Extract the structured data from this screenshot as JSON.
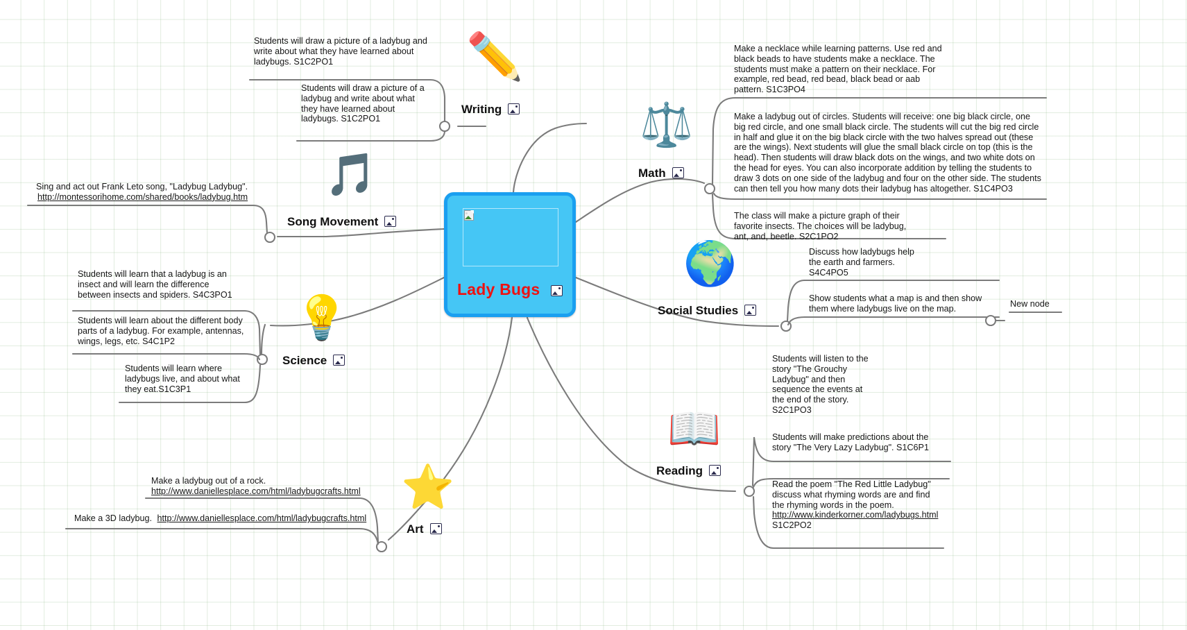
{
  "map": {
    "title": "Lady Bugs",
    "title_color": "#ee1111",
    "central_fill": "#45c6f5",
    "central_border": "#1a9ff0",
    "attachment_icon": "image-attachment-icon",
    "edge_color": "#7b7b7b"
  },
  "branches": {
    "writing": {
      "label": "Writing",
      "icon": "pencil-icon",
      "leaves": [
        {
          "text": "Students will draw a picture of a ladybug and write about what they have learned about ladybugs. S1C2PO1"
        },
        {
          "text": "Students will draw a picture of a ladybug and write about what they have learned about ladybugs. S1C2PO1"
        }
      ]
    },
    "song_movement": {
      "label": "Song Movement",
      "icon": "music-note-icon",
      "leaves": [
        {
          "text": "Sing and act out Frank Leto song, \"Ladybug Ladybug\".",
          "link": "http://montessorihome.com/shared/books/ladybug.htm"
        }
      ]
    },
    "science": {
      "label": "Science",
      "icon": "lightbulb-icon",
      "leaves": [
        {
          "text": "Students will learn that a ladybug is an insect and will learn the difference between insects and spiders. S4C3PO1"
        },
        {
          "text": "Students will learn about the different body parts of a ladybug. For example, antennas, wings, legs, etc. S4C1P2"
        },
        {
          "text": "Students will learn where ladybugs live, and about what they eat.S1C3P1"
        }
      ]
    },
    "art": {
      "label": "Art",
      "icon": "star-icon",
      "leaves": [
        {
          "text": "Make a ladybug out of a rock.",
          "link": "http://www.daniellesplace.com/html/ladybugcrafts.html"
        },
        {
          "text": "Make a 3D ladybug.",
          "link": "http://www.daniellesplace.com/html/ladybugcrafts.html"
        }
      ]
    },
    "math": {
      "label": "Math",
      "icon": "balance-scale-icon",
      "leaves": [
        {
          "text": "Make a necklace while learning patterns. Use red and black beads to have students make a necklace. The students must make a pattern on their necklace. For example, red bead, red bead, black bead or aab pattern. S1C3PO4"
        },
        {
          "text": "Make a ladybug out of circles. Students will receive: one big black circle, one big red circle, and one small black circle.  The students will cut the big red circle in half and glue it on the big black circle with the two halves spread out (these are the wings). Next students will glue the small black circle on top (this is the head). Then students will draw black dots on the wings, and two white dots on the head for eyes. You can also incorporate addition by telling the students to draw 3 dots on one side of the ladybug and four on the other side. The students can then tell you how many dots their ladybug has altogether. S1C4PO3"
        },
        {
          "text": "The class will make a picture graph of their favorite insects. The choices will be ladybug, ant, and, beetle. S2C1PO2"
        }
      ]
    },
    "social_studies": {
      "label": "Social Studies",
      "icon": "globe-icon",
      "leaves": [
        {
          "text": "Discuss how ladybugs help the earth and farmers. S4C4PO5"
        },
        {
          "text": "Show students what a map is and then show them where ladybugs live on the map."
        }
      ],
      "sub_leaf": {
        "text": "New node"
      }
    },
    "reading": {
      "label": "Reading",
      "icon": "open-book-icon",
      "leaves": [
        {
          "text": "Students will listen to the story \"The Grouchy Ladybug\" and then sequence the events at the end of the story. S2C1PO3"
        },
        {
          "text": "Students will make predictions about the story \"The Very Lazy Ladybug\". S1C6P1"
        },
        {
          "text_before": "Read the poem \"The Red Little Ladybug\" discuss what rhyming words are and find the rhyming words in the poem.",
          "link": "http://www.kinderkorner.com/ladybugs.html",
          "text_after": "S1C2PO2"
        }
      ]
    }
  }
}
